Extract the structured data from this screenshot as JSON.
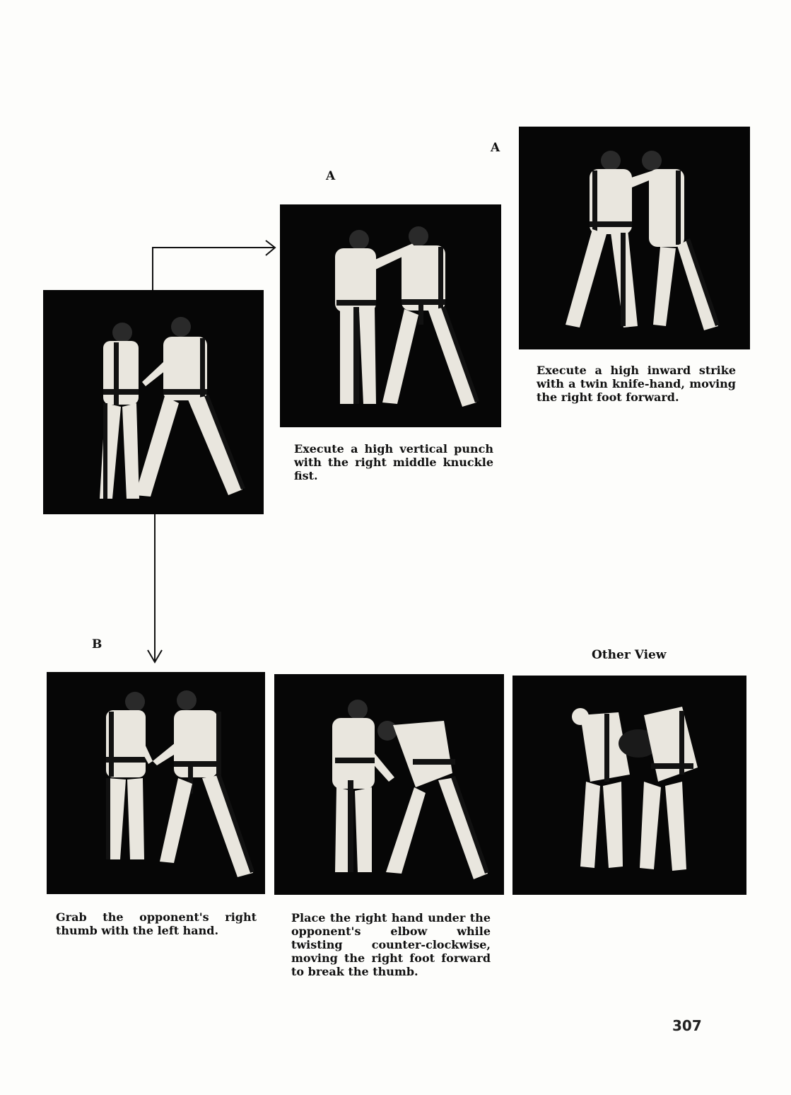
{
  "labels": {
    "a_mid": "A",
    "a_right": "A",
    "b": "B",
    "other_view": "Other View"
  },
  "captions": {
    "vertical_punch": "Execute a high vertical punch with the right middle knuckle fist.",
    "inward_strike": "Execute a high inward strike with a twin knife-hand, moving the right foot forward.",
    "grab_thumb": "Grab the opponent's right thumb with the left hand.",
    "break_thumb": "Place the right hand under the opponent's elbow while twisting counter-clockwise, moving the right foot forward to break the thumb."
  },
  "page_number": "307",
  "colors": {
    "photo_bg": "#060606",
    "uniform": "#e9e6de",
    "stripe": "#111111",
    "ink": "#111111"
  }
}
